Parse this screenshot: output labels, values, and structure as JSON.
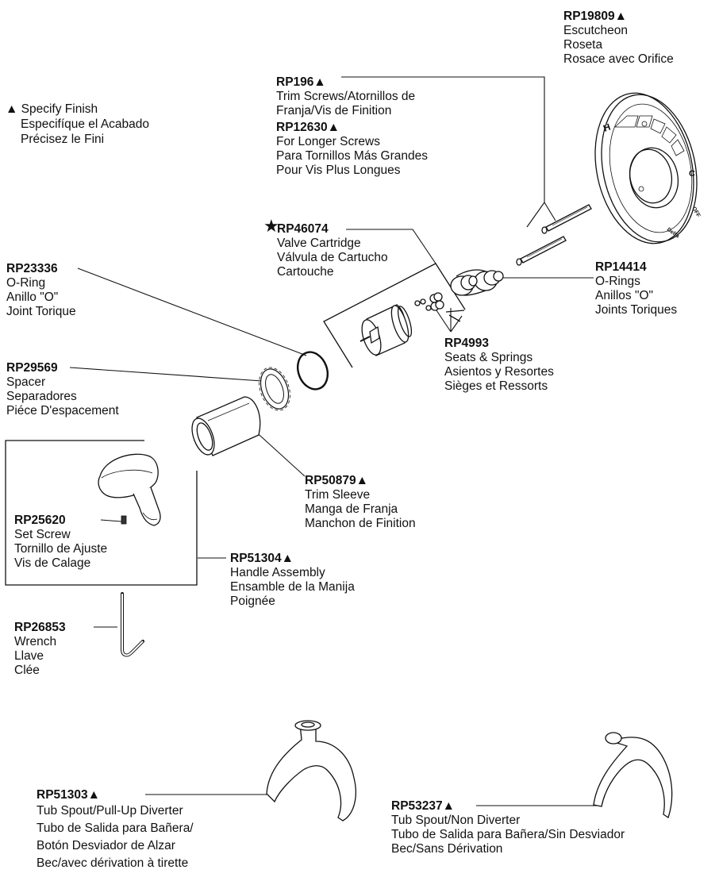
{
  "legend": {
    "symbol": "▲",
    "lines": [
      "Specify Finish",
      "Especifíque el Acabado",
      "Précisez le Fini"
    ]
  },
  "star_symbol": "★",
  "parts": {
    "escutcheon": {
      "pn": "RP19809▲",
      "lines": [
        "Escutcheon",
        "Roseta",
        "Rosace avec Orifice"
      ]
    },
    "trim_screws": {
      "pn": "RP196▲",
      "lines": [
        "Trim Screws/Atornillos de",
        "Franja/Vis de Finition"
      ]
    },
    "longer_screws": {
      "pn": "RP12630▲",
      "lines": [
        "For Longer Screws",
        "Para Tornillos Más Grandes",
        "Pour Vis Plus Longues"
      ]
    },
    "cartridge": {
      "pn": "RP46074",
      "lines": [
        "Valve Cartridge",
        "Válvula de Cartucho",
        "Cartouche"
      ]
    },
    "orings": {
      "pn": "RP14414",
      "lines": [
        "O-Rings",
        "Anillos \"O\"",
        "Joints Toriques"
      ]
    },
    "oring": {
      "pn": "RP23336",
      "lines": [
        "O-Ring",
        "Anillo \"O\"",
        "Joint Torique"
      ]
    },
    "seats": {
      "pn": "RP4993",
      "lines": [
        "Seats & Springs",
        "Asientos y Resortes",
        "Sièges et Ressorts"
      ]
    },
    "spacer": {
      "pn": "RP29569",
      "lines": [
        "Spacer",
        "Separadores",
        "Piéce D'espacement"
      ]
    },
    "sleeve": {
      "pn": "RP50879▲",
      "lines": [
        "Trim Sleeve",
        "Manga de Franja",
        "Manchon de Finition"
      ]
    },
    "set_screw": {
      "pn": "RP25620",
      "lines": [
        "Set Screw",
        "Tornillo de Ajuste",
        "Vis de Calage"
      ]
    },
    "handle": {
      "pn": "RP51304▲",
      "lines": [
        "Handle Assembly",
        "Ensamble de la Manija",
        "Poignée"
      ]
    },
    "wrench": {
      "pn": "RP26853",
      "lines": [
        "Wrench",
        "Llave",
        "Clée"
      ]
    },
    "spout_diverter": {
      "pn": "RP51303▲",
      "lines": [
        "Tub Spout/Pull-Up Diverter",
        "Tubo de Salida para Bañera/",
        "Botón Desviador de Alzar",
        "Bec/avec dérivation à tirette"
      ]
    },
    "spout_non": {
      "pn": "RP53237▲",
      "lines": [
        "Tub Spout/Non Diverter",
        "Tubo de Salida para Bañera/Sin Desviador",
        "Bec/Sans Dérivation"
      ]
    }
  },
  "escutcheon_marks": {
    "h": "H",
    "c": "C",
    "off": "OFF",
    "brand": "Delta"
  }
}
